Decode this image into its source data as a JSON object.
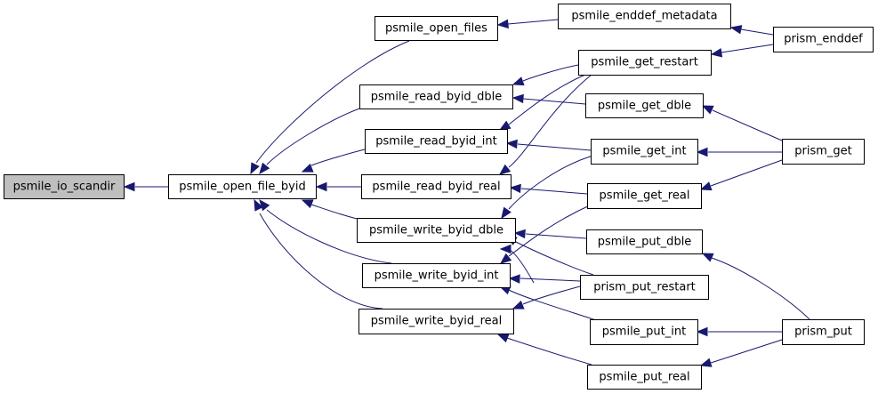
{
  "graph": {
    "nodes": {
      "io_scandir": "psmile_io_scandir",
      "open_file_byid": "psmile_open_file_byid",
      "open_files": "psmile_open_files",
      "read_byid_dble": "psmile_read_byid_dble",
      "read_byid_int": "psmile_read_byid_int",
      "read_byid_real": "psmile_read_byid_real",
      "write_byid_dble": "psmile_write_byid_dble",
      "write_byid_int": "psmile_write_byid_int",
      "write_byid_real": "psmile_write_byid_real",
      "enddef_metadata": "psmile_enddef_metadata",
      "get_restart": "psmile_get_restart",
      "get_dble": "psmile_get_dble",
      "get_int": "psmile_get_int",
      "get_real": "psmile_get_real",
      "put_dble": "psmile_put_dble",
      "put_restart": "prism_put_restart",
      "put_int": "psmile_put_int",
      "put_real": "psmile_put_real",
      "prism_enddef": "prism_enddef",
      "prism_get": "prism_get",
      "prism_put": "prism_put"
    },
    "colors": {
      "edge": "#191970",
      "root_fill": "#bfbfbf",
      "node_fill": "#ffffff",
      "node_stroke": "#000000"
    }
  }
}
